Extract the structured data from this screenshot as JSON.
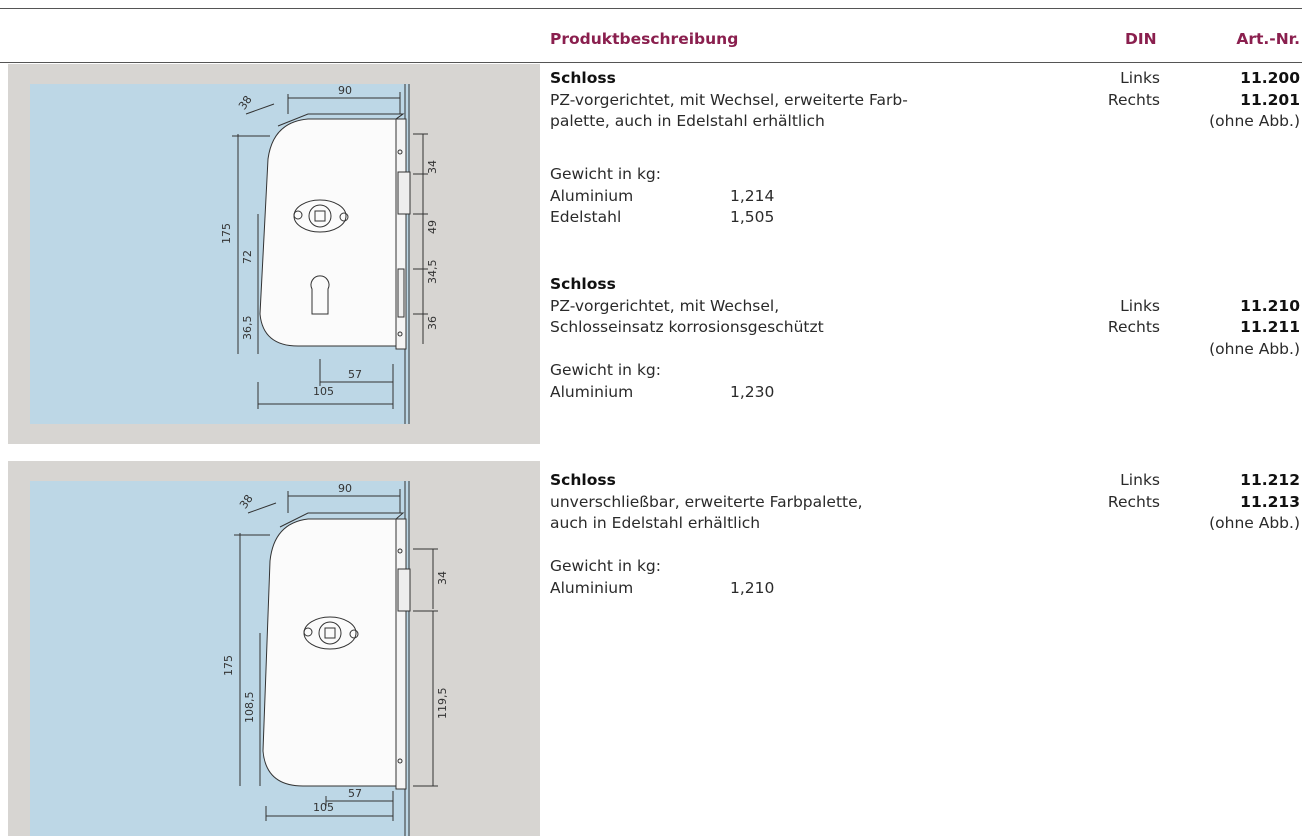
{
  "header": {
    "description": "Produktbeschreibung",
    "din": "DIN",
    "art_nr": "Art.-Nr."
  },
  "products": [
    {
      "title": "Schloss",
      "lines": [
        "PZ-vorgerichtet, mit Wechsel, erweiterte Farb-",
        "palette, auch in Edelstahl erhältlich"
      ],
      "din": [
        "Links",
        "Rechts"
      ],
      "art": [
        "11.200",
        "11.201"
      ],
      "note": "(ohne Abb.)",
      "weight_label": "Gewicht in kg:",
      "weights": [
        {
          "material": "Aluminium",
          "value": "1,214"
        },
        {
          "material": "Edelstahl",
          "value": "1,505"
        }
      ]
    },
    {
      "title": "Schloss",
      "lines": [
        "PZ-vorgerichtet, mit Wechsel,",
        "Schlosseinsatz korrosionsgeschützt"
      ],
      "din": [
        "Links",
        "Rechts"
      ],
      "art": [
        "11.210",
        "11.211"
      ],
      "note": "(ohne Abb.)",
      "weight_label": "Gewicht in kg:",
      "weights": [
        {
          "material": "Aluminium",
          "value": "1,230"
        }
      ]
    },
    {
      "title": "Schloss",
      "lines": [
        "unverschließbar, erweiterte Farbpalette,",
        "auch in Edelstahl erhältlich"
      ],
      "din": [
        "Links",
        "Rechts"
      ],
      "art": [
        "11.212",
        "11.213"
      ],
      "note": "(ohne Abb.)",
      "weight_label": "Gewicht in kg:",
      "weights": [
        {
          "material": "Aluminium",
          "value": "1,210"
        }
      ]
    }
  ],
  "drawings": [
    {
      "dims": {
        "d38": "38",
        "d90": "90",
        "d175": "175",
        "d72": "72",
        "d36_5": "36,5",
        "d57": "57",
        "d105": "105",
        "d34": "34",
        "d49": "49",
        "d34_5": "34,5",
        "d36": "36"
      }
    },
    {
      "dims": {
        "d38": "38",
        "d90": "90",
        "d175": "175",
        "d108_5": "108,5",
        "d57": "57",
        "d105": "105",
        "d34": "34",
        "d119_5": "119,5"
      }
    }
  ]
}
